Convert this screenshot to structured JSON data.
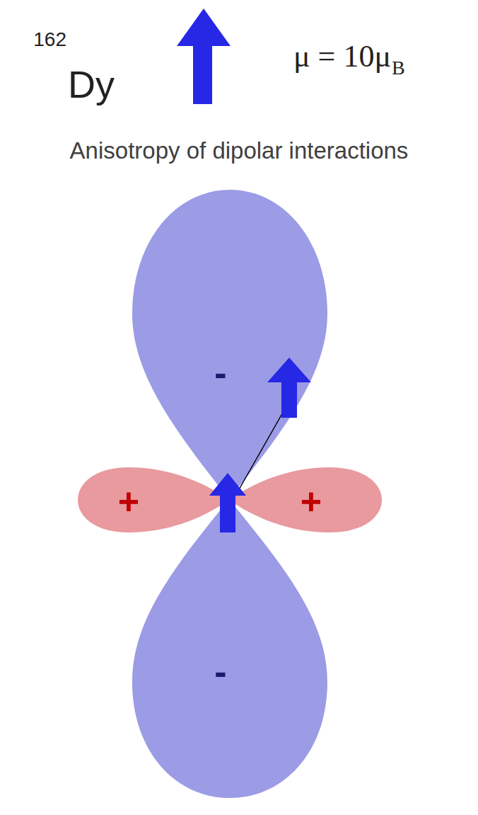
{
  "diagram": {
    "title": "Anisotropy of dipolar interactions",
    "nodes": [
      {
        "text": [
          "-"
        ]
      },
      {
        "text": [
          "+"
        ]
      },
      {
        "text": [
          "+"
        ]
      },
      {
        "text": [
          "-"
        ]
      }
    ],
    "labels": [
      "162",
      "Dy",
      "μ = 10μ",
      "B"
    ]
  }
}
